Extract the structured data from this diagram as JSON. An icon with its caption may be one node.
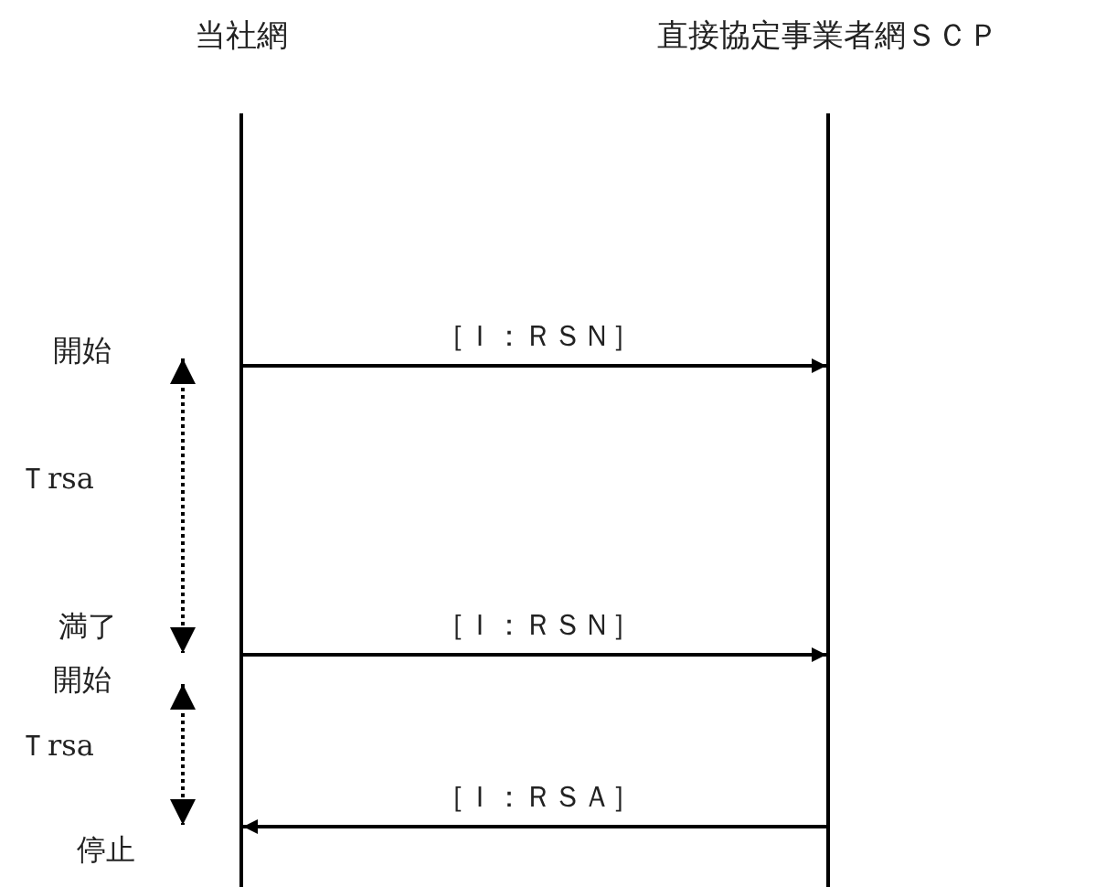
{
  "diagram": {
    "nodes": [
      {
        "text": [
          "当社網"
        ]
      },
      {
        "text": [
          "直接協定事業者網ＳＣＰ"
        ]
      }
    ],
    "edges": [
      {
        "from": 0,
        "to": 1,
        "arrow": "to",
        "label": "［Ｉ：ＲＳＮ］"
      },
      {
        "from": 0,
        "to": 1,
        "arrow": "to",
        "label": "［Ｉ：ＲＳＮ］"
      },
      {
        "from": 1,
        "to": 0,
        "arrow": "to",
        "label": "［Ｉ：ＲＳＡ］"
      }
    ],
    "labels": [
      "開始",
      "Ｔrsa",
      "満了",
      "開始",
      "Ｔrsa",
      "停止"
    ]
  }
}
